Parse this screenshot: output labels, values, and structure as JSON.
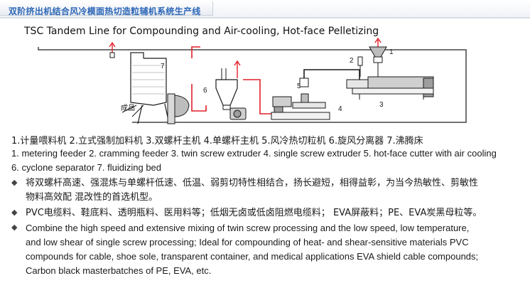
{
  "header": {
    "title": "双阶挤出机结合风冷模面热切造粒辅机系统生产线"
  },
  "subtitle": "TSC Tandem Line for Compounding and Air-cooling, Hot-face Pelletizing",
  "diagram": {
    "labels": {
      "n1": "1",
      "n2": "2",
      "n3": "3",
      "n4": "4",
      "n5": "5",
      "n6": "6",
      "n7": "7",
      "product": "成品"
    },
    "colors": {
      "line": "#1a1a1a",
      "pipe_red": "#e0202a",
      "frame": "#444444"
    }
  },
  "legend": {
    "cn": "1.计量喂料机  2.立式强制加料机  3.双螺杆主机  4.单螺杆主机    5.风冷热切粒机  6.旋风分离器  7.沸腾床",
    "en_line1": "1. metering feeder  2. cramming feeder  3. twin screw extruder  4. single screw extruder  5. hot-face cutter with air cooling",
    "en_line2": "6. cyclone separator  7. fluidizing bed"
  },
  "bullets": {
    "b1_line1": "将双螺杆高速、强混炼与单螺杆低速、低温、弱剪切特性相结合，扬长避短，相得益彰，为当今热敏性、剪敏性",
    "b1_line2": "物料高效配 混改性的首选机型。",
    "b2": "PVC电缆料、鞋底料、透明瓶料、医用料等；低烟无卤或低卤阻燃电缆料；  EVA屏蔽料；PE、EVA炭黑母粒等。",
    "b3_line1": "Combine  the  high  speed  and  extensive  mixing of twin screw processing and the low speed, low temperature,",
    "b3_line2": "and low shear of single screw processing; Ideal for compounding of heat- and shear-sensitive materials PVC",
    "b3_line3": "compounds for cable, shoe sole, transparent container, and medical applications EVA shield cable compounds;",
    "b3_line4": "Carbon black masterbatches of PE, EVA, etc.",
    "marker": "◆"
  }
}
